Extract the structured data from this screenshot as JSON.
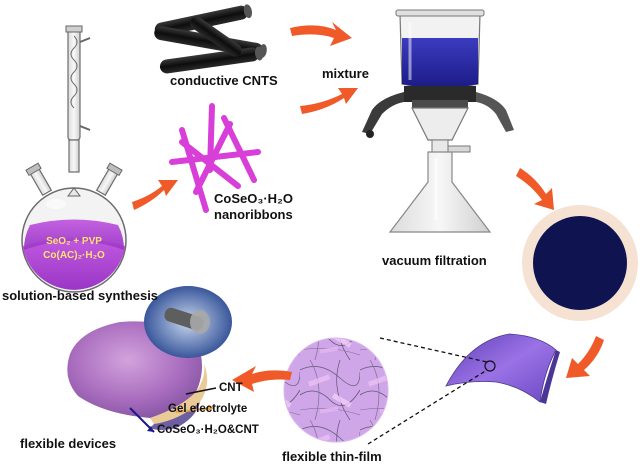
{
  "labels": {
    "cnts": "conductive CNTS",
    "mixture": "mixture",
    "nanoribbons_formula": "CoSeO₃·H₂O",
    "nanoribbons_word": "nanoribbons",
    "synthesis": "solution-based synthesis",
    "flask_line1": "SeO₂  + PVP",
    "flask_line2": "Co(AC)₂·H₂O",
    "filtration": "vacuum  filtration",
    "thin_film": "flexible thin-film",
    "devices": "flexible devices",
    "cnt": "CNT",
    "gel": "Gel electrolyte",
    "composite": "CoSeO₃·H₂O&CNT"
  },
  "colors": {
    "arrow": "#f05a28",
    "nanoribbon": "#d83fd8",
    "flask_liquid": "#b04ad8",
    "membrane": "#0f1450",
    "membrane_ring": "#f6e2d2",
    "filtrate": "#23239a",
    "film": "#8b5ad8",
    "device": "#b97ecb",
    "nanotube": "#1a1a1a"
  }
}
